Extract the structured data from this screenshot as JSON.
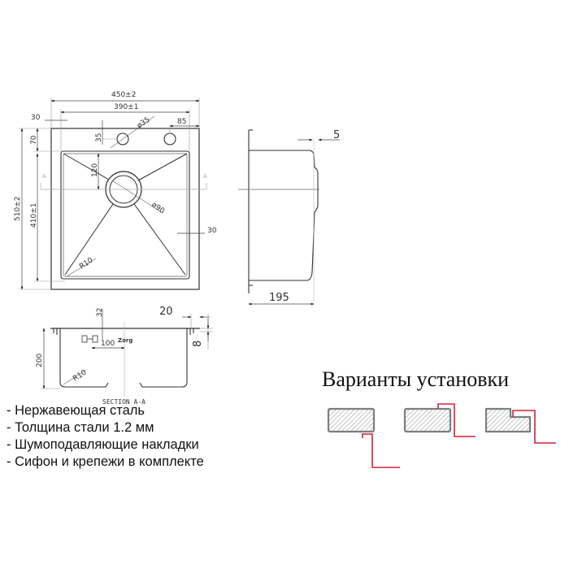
{
  "top_view": {
    "dimensions": {
      "overall_width": "450±2",
      "bowl_width": "390±1",
      "edge_offset_left": "30",
      "tap_hole_offset_y": "35",
      "tap_hole_diameter": "ø35",
      "second_hole_offset": "85",
      "front_rim": "70",
      "overall_depth": "510±2",
      "bowl_depth": "410±1",
      "drain_offset": "120",
      "drain_diameter": "ø90",
      "side_rim": "30",
      "corner_radius": "R10",
      "section_marker": "A"
    }
  },
  "side_view": {
    "dimensions": {
      "lip": "5",
      "depth": "195"
    }
  },
  "section_view": {
    "label": "SECTION A-A",
    "dimensions": {
      "overflow_offset": "32",
      "overflow_spacing": "100",
      "rim_width": "20",
      "rim_height": "8",
      "bowl_height": "200",
      "corner_radius": "R10"
    },
    "brand_mark": "Zorg"
  },
  "features": [
    "- Нержавеющая сталь",
    "- Толщина стали 1.2 мм",
    "- Шумоподавляющие накладки",
    "- Сифон и крепежи в комплекте"
  ],
  "installation": {
    "title": "Варианты установки",
    "options": [
      "undermount",
      "overmount",
      "flush-mount"
    ],
    "accent_color": "#d2213a",
    "countertop_color": "#8a8d90"
  }
}
